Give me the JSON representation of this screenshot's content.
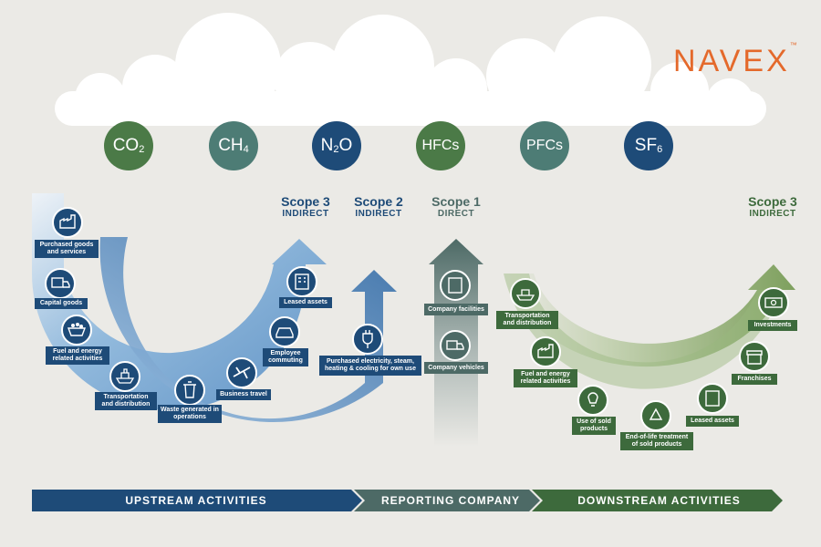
{
  "brand": {
    "logo": "NAVEX",
    "tm": "™",
    "accent": "#e4692b"
  },
  "gases": [
    {
      "base": "CO",
      "sub": "2",
      "color": "#4b7a47"
    },
    {
      "base": "CH",
      "sub": "4",
      "color": "#4d7c75"
    },
    {
      "base": "N",
      "sub": "2",
      "after": "O",
      "color": "#1e4b78"
    },
    {
      "base": "HFCs",
      "sub": "",
      "color": "#4b7a47"
    },
    {
      "base": "PFCs",
      "sub": "",
      "color": "#4d7c75"
    },
    {
      "base": "SF",
      "sub": "6",
      "color": "#1e4b78"
    }
  ],
  "scopes": {
    "scope3_up": {
      "title": "Scope 3",
      "sub": "INDIRECT"
    },
    "scope2": {
      "title": "Scope 2",
      "sub": "INDIRECT"
    },
    "scope1": {
      "title": "Scope 1",
      "sub": "DIRECT"
    },
    "scope3_down": {
      "title": "Scope 3",
      "sub": "INDIRECT"
    }
  },
  "upstream": {
    "purchased_goods": "Purchased goods and services",
    "capital_goods": "Capital goods",
    "fuel_energy": "Fuel and energy related activities",
    "transport": "Transportation and distribution",
    "waste": "Waste generated in operations",
    "business_travel": "Business travel",
    "employee_commuting": "Employee commuting",
    "leased_assets": "Leased assets",
    "purchased_electricity": "Purchased electricity, steam, heating & cooling for own use"
  },
  "company": {
    "facilities": "Company facilities",
    "vehicles": "Company vehicles"
  },
  "downstream": {
    "transport": "Transportation and distribution",
    "fuel_energy": "Fuel and energy related activities",
    "use_sold": "Use of sold products",
    "end_of_life": "End-of-life treatment of sold products",
    "leased_assets": "Leased assets",
    "franchises": "Franchises",
    "investments": "Investments"
  },
  "bottom": {
    "upstream": "UPSTREAM ACTIVITIES",
    "reporting": "REPORTING COMPANY",
    "downstream": "DOWNSTREAM ACTIVITIES"
  },
  "colors": {
    "navy": "#1e4b78",
    "teal": "#4d6a66",
    "green": "#3d6a3c",
    "light_blue": "#6fa3d1",
    "light_green": "#9ab77f"
  }
}
